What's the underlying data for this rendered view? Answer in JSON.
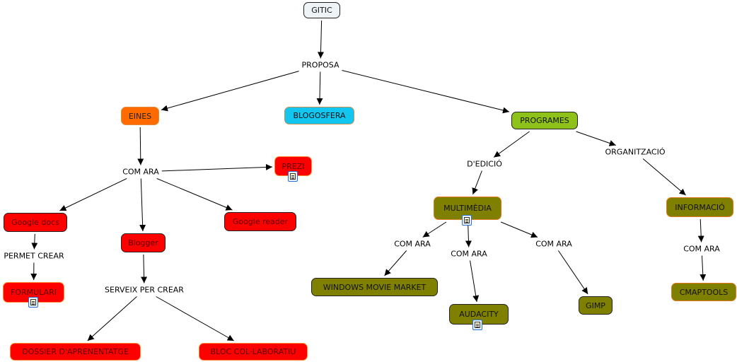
{
  "map": {
    "nodes": [
      {
        "id": "gitic",
        "label": "GITIC",
        "style": "root"
      },
      {
        "id": "eines",
        "label": "EINES",
        "style": "orange"
      },
      {
        "id": "blogosfera",
        "label": "BLOGOSFERA",
        "style": "cyan"
      },
      {
        "id": "programes",
        "label": "PROGRAMES",
        "style": "lime"
      },
      {
        "id": "prezi",
        "label": "PREZI",
        "style": "red-o",
        "resource": true
      },
      {
        "id": "google-docs",
        "label": "Google docs",
        "style": "red"
      },
      {
        "id": "blogger",
        "label": "Blogger",
        "style": "red"
      },
      {
        "id": "google-reader",
        "label": "Google reader",
        "style": "red"
      },
      {
        "id": "formulari",
        "label": "FORMULARI",
        "style": "red-o",
        "resource": true
      },
      {
        "id": "dossier",
        "label": "DOSSIER D'APRENENTATGE",
        "style": "red-o"
      },
      {
        "id": "bloc",
        "label": "BLOC COL·LABORATIU",
        "style": "red-o"
      },
      {
        "id": "multimedia",
        "label": "MULTIMÈDIA",
        "style": "olive-o",
        "resource": true
      },
      {
        "id": "informacio",
        "label": "INFORMACIÓ",
        "style": "olive-o"
      },
      {
        "id": "wmm",
        "label": "WINDOWS MOVIE MARKET",
        "style": "olive"
      },
      {
        "id": "audacity",
        "label": "AUDACITY",
        "style": "olive",
        "resource": true
      },
      {
        "id": "gimp",
        "label": "GIMP",
        "style": "olive"
      },
      {
        "id": "cmaptools",
        "label": "CMAPTOOLS",
        "style": "olive-o"
      }
    ],
    "link_labels": [
      {
        "id": "proposa",
        "label": "PROPOSA"
      },
      {
        "id": "com-ara-eines",
        "label": "COM ARA"
      },
      {
        "id": "permet-crear",
        "label": "PERMET CREAR"
      },
      {
        "id": "serveix-per-crear",
        "label": "SERVEIX PER CREAR"
      },
      {
        "id": "dedicio",
        "label": "D'EDICIÓ"
      },
      {
        "id": "organitzacio",
        "label": "ORGANITZACIÓ"
      },
      {
        "id": "com-ara-mm-1",
        "label": "COM ARA"
      },
      {
        "id": "com-ara-mm-2",
        "label": "COM ARA"
      },
      {
        "id": "com-ara-mm-3",
        "label": "COM ARA"
      },
      {
        "id": "com-ara-info",
        "label": "COM ARA"
      }
    ],
    "connections": [
      [
        "gitic",
        "proposa"
      ],
      [
        "proposa",
        "eines"
      ],
      [
        "proposa",
        "blogosfera"
      ],
      [
        "proposa",
        "programes"
      ],
      [
        "eines",
        "com-ara-eines"
      ],
      [
        "com-ara-eines",
        "prezi"
      ],
      [
        "com-ara-eines",
        "google-docs"
      ],
      [
        "com-ara-eines",
        "blogger"
      ],
      [
        "com-ara-eines",
        "google-reader"
      ],
      [
        "google-docs",
        "permet-crear"
      ],
      [
        "permet-crear",
        "formulari"
      ],
      [
        "blogger",
        "serveix-per-crear"
      ],
      [
        "serveix-per-crear",
        "dossier"
      ],
      [
        "serveix-per-crear",
        "bloc"
      ],
      [
        "programes",
        "dedicio"
      ],
      [
        "programes",
        "organitzacio"
      ],
      [
        "dedicio",
        "multimedia"
      ],
      [
        "organitzacio",
        "informacio"
      ],
      [
        "multimedia",
        "com-ara-mm-1"
      ],
      [
        "multimedia",
        "com-ara-mm-2"
      ],
      [
        "multimedia",
        "com-ara-mm-3"
      ],
      [
        "com-ara-mm-1",
        "wmm"
      ],
      [
        "com-ara-mm-2",
        "audacity"
      ],
      [
        "com-ara-mm-3",
        "gimp"
      ],
      [
        "informacio",
        "com-ara-info"
      ],
      [
        "com-ara-info",
        "cmaptools"
      ]
    ]
  }
}
